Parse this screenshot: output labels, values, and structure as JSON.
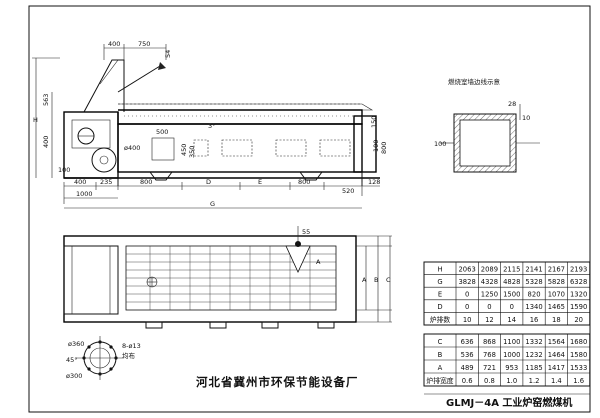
{
  "dims": {
    "top_400": "400",
    "top_750": "750",
    "top_54": "54",
    "left_H": "H",
    "left_563": "563",
    "left_400": "400",
    "left_100": "100",
    "phi400": "ø400",
    "d500": "500",
    "d450": "450",
    "d350": "350",
    "d100": "100",
    "d800": "800",
    "d150": "150",
    "d3": "3°",
    "b400": "400",
    "b235": "235",
    "b800": "800",
    "bD": "D",
    "bE": "E",
    "b800b": "800",
    "b520": "520",
    "b128": "128",
    "b1000": "1000",
    "bG": "G",
    "plan_55": "55",
    "plan_A": "A",
    "plan_B": "B",
    "plan_C": "C"
  },
  "inset": {
    "title": "燃烧室墙边线示意",
    "d28": "28",
    "d100": "100",
    "d10": "10"
  },
  "flange": {
    "d360": "ø360",
    "d300": "ø300",
    "angle": "45°",
    "holes": "8-ø13",
    "even": "均布"
  },
  "table1": {
    "rows": [
      {
        "label": "H",
        "values": [
          "2063",
          "2089",
          "2115",
          "2141",
          "2167",
          "2193"
        ]
      },
      {
        "label": "G",
        "values": [
          "3828",
          "4328",
          "4828",
          "5328",
          "5828",
          "6328"
        ]
      },
      {
        "label": "E",
        "values": [
          "0",
          "1250",
          "1500",
          "820",
          "1070",
          "1320"
        ]
      },
      {
        "label": "D",
        "values": [
          "0",
          "0",
          "0",
          "1340",
          "1465",
          "1590"
        ]
      },
      {
        "label": "炉排数",
        "values": [
          "10",
          "12",
          "14",
          "16",
          "18",
          "20"
        ]
      }
    ]
  },
  "table2": {
    "rows": [
      {
        "label": "C",
        "values": [
          "636",
          "868",
          "1100",
          "1332",
          "1564",
          "1680"
        ]
      },
      {
        "label": "B",
        "values": [
          "536",
          "768",
          "1000",
          "1232",
          "1464",
          "1580"
        ]
      },
      {
        "label": "A",
        "values": [
          "489",
          "721",
          "953",
          "1185",
          "1417",
          "1533"
        ]
      },
      {
        "label": "炉排宽度",
        "values": [
          "0.6",
          "0.8",
          "1.0",
          "1.2",
          "1.4",
          "1.6"
        ]
      }
    ]
  },
  "company": "河北省冀州市环保节能设备厂",
  "model_title": "GLMJ－4A 工业炉窑燃煤机"
}
